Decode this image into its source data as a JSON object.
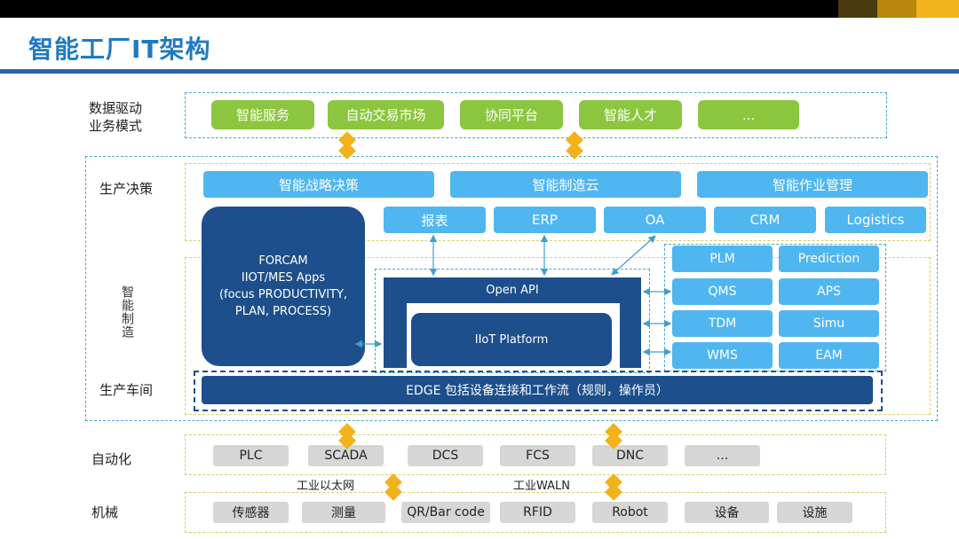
{
  "title": "智能工厂IT架构",
  "labels": {
    "data_driven_line1": "数据驱动",
    "data_driven_line2": "业务模式",
    "decision": "生产决策",
    "smart_mfg": "智能制造",
    "workshop": "生产车间",
    "automation": "自动化",
    "machinery": "机械",
    "ethernet": "工业以太网",
    "waln": "工业WALN"
  },
  "business": [
    "智能服务",
    "自动交易市场",
    "协同平台",
    "智能人才",
    "..."
  ],
  "decision_items": [
    "智能战略决策",
    "智能制造云",
    "智能作业管理"
  ],
  "systems": [
    "报表",
    "ERP",
    "OA",
    "CRM",
    "Logistics"
  ],
  "forcam": {
    "line1": "FORCAM",
    "line2": "IIOT/MES Apps",
    "line3": "(focus PRODUCTIVITY,",
    "line4": "PLAN, PROCESS)"
  },
  "open_api": "Open API",
  "iiot_platform": "IIoT Platform",
  "modules_left": [
    "PLM",
    "QMS",
    "TDM",
    "WMS"
  ],
  "modules_right": [
    "Prediction",
    "APS",
    "Simu",
    "EAM"
  ],
  "edge": "EDGE 包括设备连接和工作流（规则，操作员）",
  "automation_items": [
    "PLC",
    "SCADA",
    "DCS",
    "FCS",
    "DNC",
    "..."
  ],
  "machine_items": [
    "传感器",
    "测量",
    "QR/Bar code",
    "RFID",
    "Robot",
    "设备",
    "设施"
  ],
  "colors": {
    "title": "#1f7bc1",
    "green": "#8cc63f",
    "light_blue": "#4fb6f0",
    "dark_blue": "#1d4f8c",
    "gold": "#f2b21c"
  }
}
